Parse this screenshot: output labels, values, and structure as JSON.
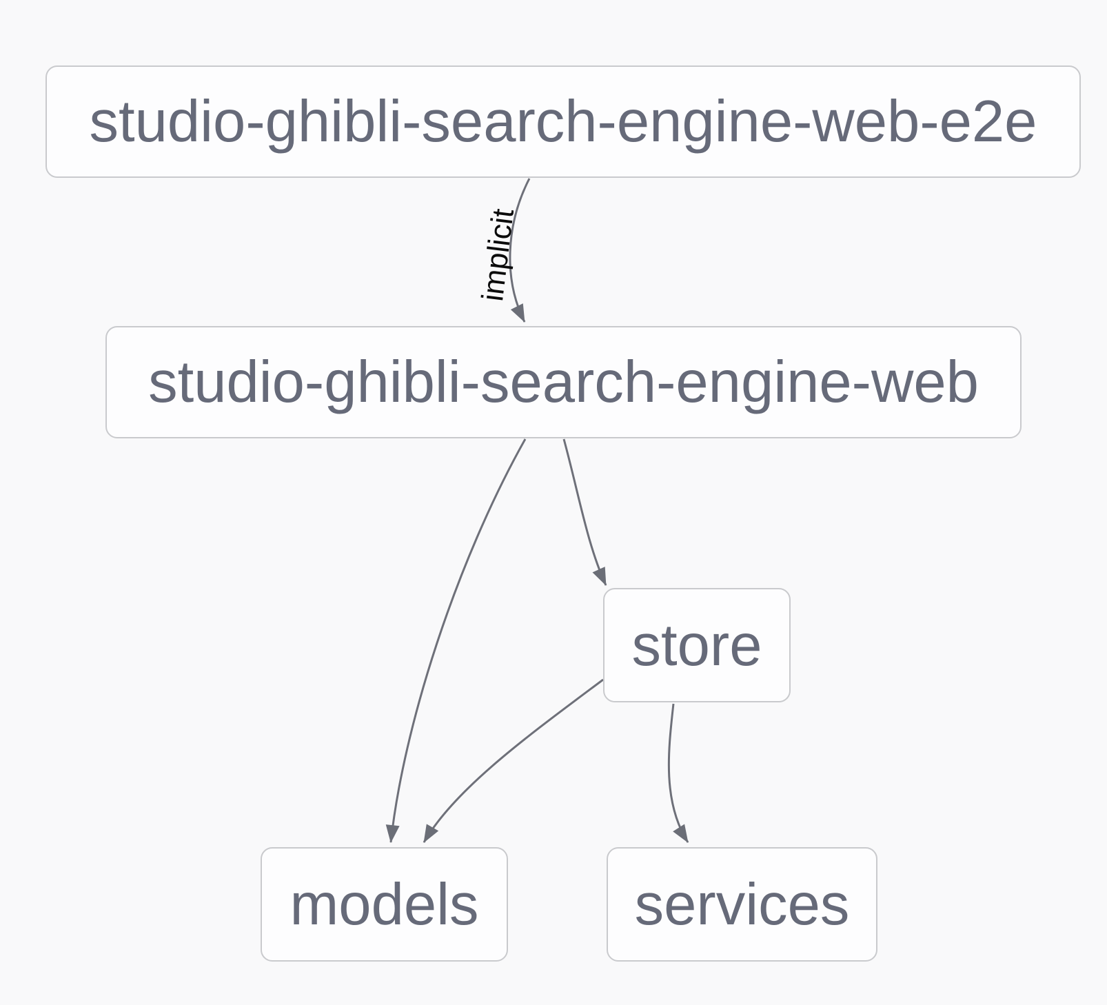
{
  "diagram": {
    "type": "dependency-graph",
    "colors": {
      "background": "#f9f9fa",
      "node_fill": "#fdfdfe",
      "node_border": "#c9cacd",
      "node_text": "#666a79",
      "edge": "#6e7079",
      "edge_label": "#0b0b0b"
    },
    "nodes": [
      {
        "id": "e2e",
        "label": "studio-ghibli-search-engine-web-e2e"
      },
      {
        "id": "web",
        "label": "studio-ghibli-search-engine-web"
      },
      {
        "id": "store",
        "label": "store"
      },
      {
        "id": "models",
        "label": "models"
      },
      {
        "id": "services",
        "label": "services"
      }
    ],
    "edges": [
      {
        "from": "studio-ghibli-search-engine-web-e2e",
        "to": "studio-ghibli-search-engine-web",
        "label": "implicit"
      },
      {
        "from": "studio-ghibli-search-engine-web",
        "to": "models",
        "label": ""
      },
      {
        "from": "studio-ghibli-search-engine-web",
        "to": "store",
        "label": ""
      },
      {
        "from": "store",
        "to": "models",
        "label": ""
      },
      {
        "from": "store",
        "to": "services",
        "label": ""
      }
    ]
  }
}
